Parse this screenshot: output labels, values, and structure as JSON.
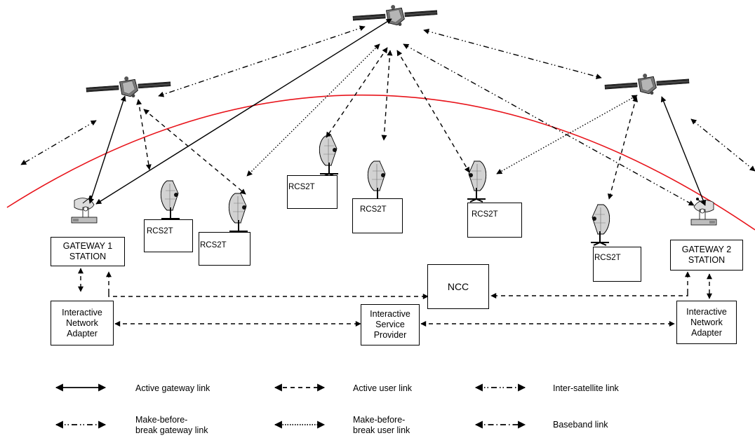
{
  "gateway1": {
    "line1": "GATEWAY 1",
    "line2": "STATION"
  },
  "gateway2": {
    "line1": "GATEWAY 2",
    "line2": "STATION"
  },
  "ncc": "NCC",
  "ina_left": {
    "line1": "Interactive",
    "line2": "Network",
    "line3": "Adapter"
  },
  "isp": {
    "line1": "Interactive",
    "line2": "Service",
    "line3": "Provider"
  },
  "ina_right": {
    "line1": "Interactive",
    "line2": "Network",
    "line3": "Adapter"
  },
  "terminal_label": "RCS2T",
  "legend": {
    "active_gateway": "Active gateway link",
    "active_user": "Active user link",
    "inter_satellite": "Inter-satellite link",
    "mbb_gateway_1": "Make-before-",
    "mbb_gateway_2": "break gateway link",
    "mbb_user_1": "Make-before-",
    "mbb_user_2": "break user link",
    "baseband": "Baseband link"
  },
  "colors": {
    "earth_curve": "#e8141b",
    "lines": "#000000"
  },
  "icons": [
    "satellite-icon",
    "dish-antenna-icon",
    "gateway-antenna-icon"
  ]
}
